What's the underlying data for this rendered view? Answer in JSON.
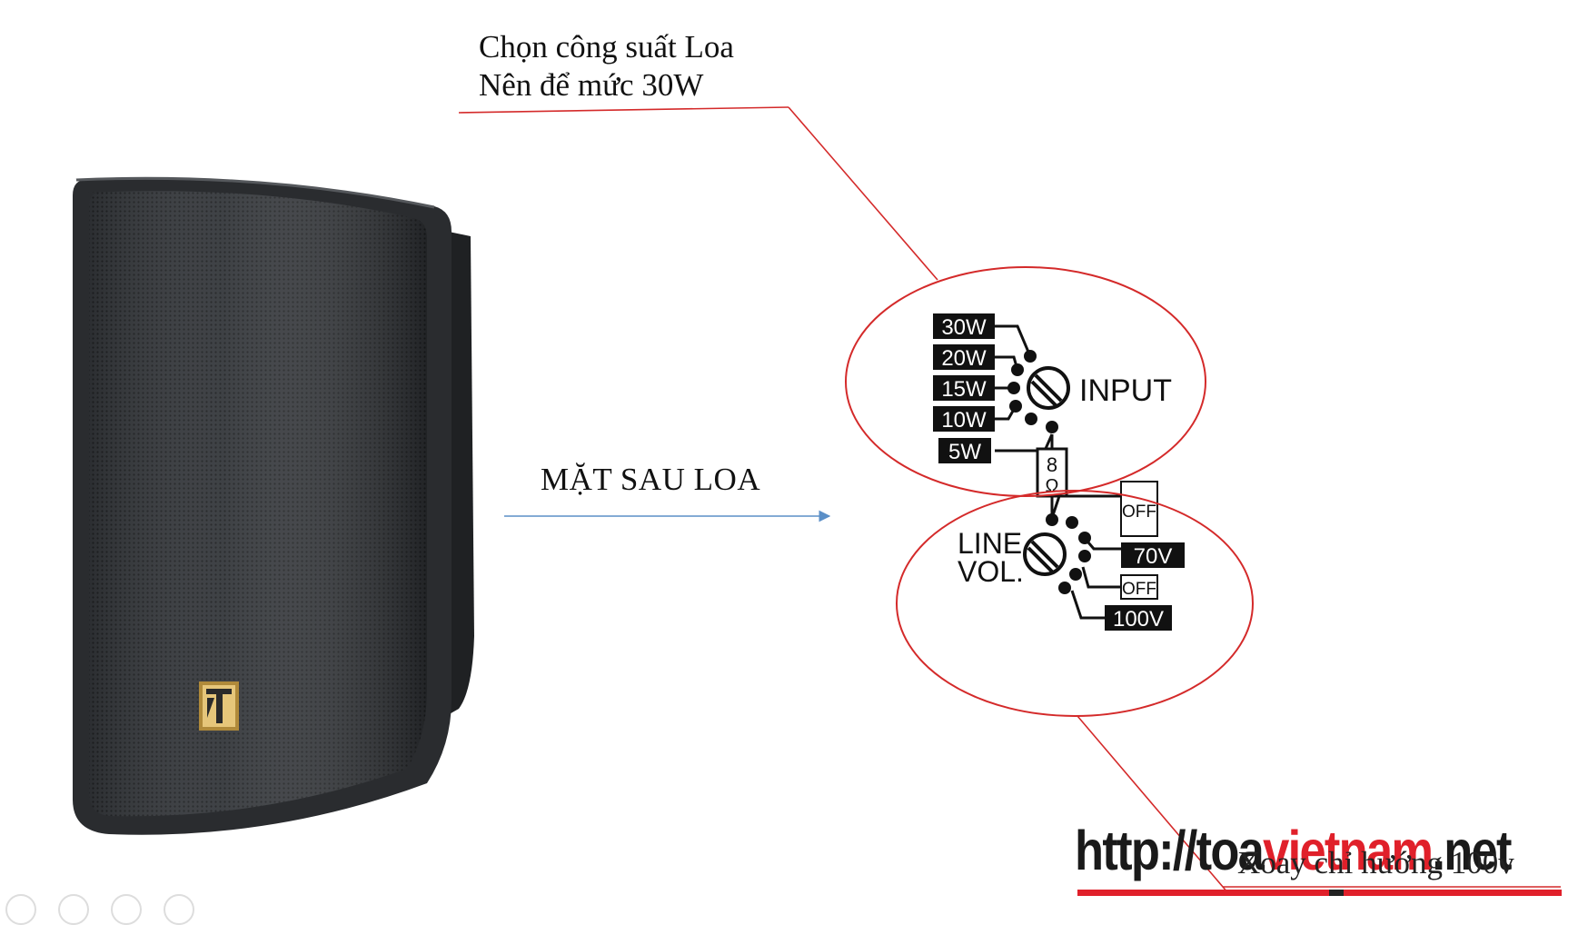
{
  "labels": {
    "power_line1": "Chọn công suất Loa",
    "power_line2": "Nên để mức 30W",
    "back_side": "MẶT SAU LOA",
    "rotate_hint": "Xoay chỉ hướng 100v"
  },
  "input_panel": {
    "title": "INPUT",
    "taps": [
      "30W",
      "20W",
      "15W",
      "10W",
      "5W"
    ],
    "impedance_value": "8",
    "impedance_unit": "Ω"
  },
  "line_panel": {
    "title_line1": "LINE",
    "title_line2": "VOL.",
    "options": [
      "OFF",
      "70V",
      "OFF",
      "100V"
    ]
  },
  "watermark": {
    "part1": "http://toa",
    "part2": "vietnam",
    "part3": ".net"
  },
  "speaker": {
    "brand_mark": "T"
  },
  "colors": {
    "callout": "#d42a2a",
    "arrow": "#5b8fc7",
    "label_fill": "#111111",
    "speaker_body": "#2e3033"
  }
}
